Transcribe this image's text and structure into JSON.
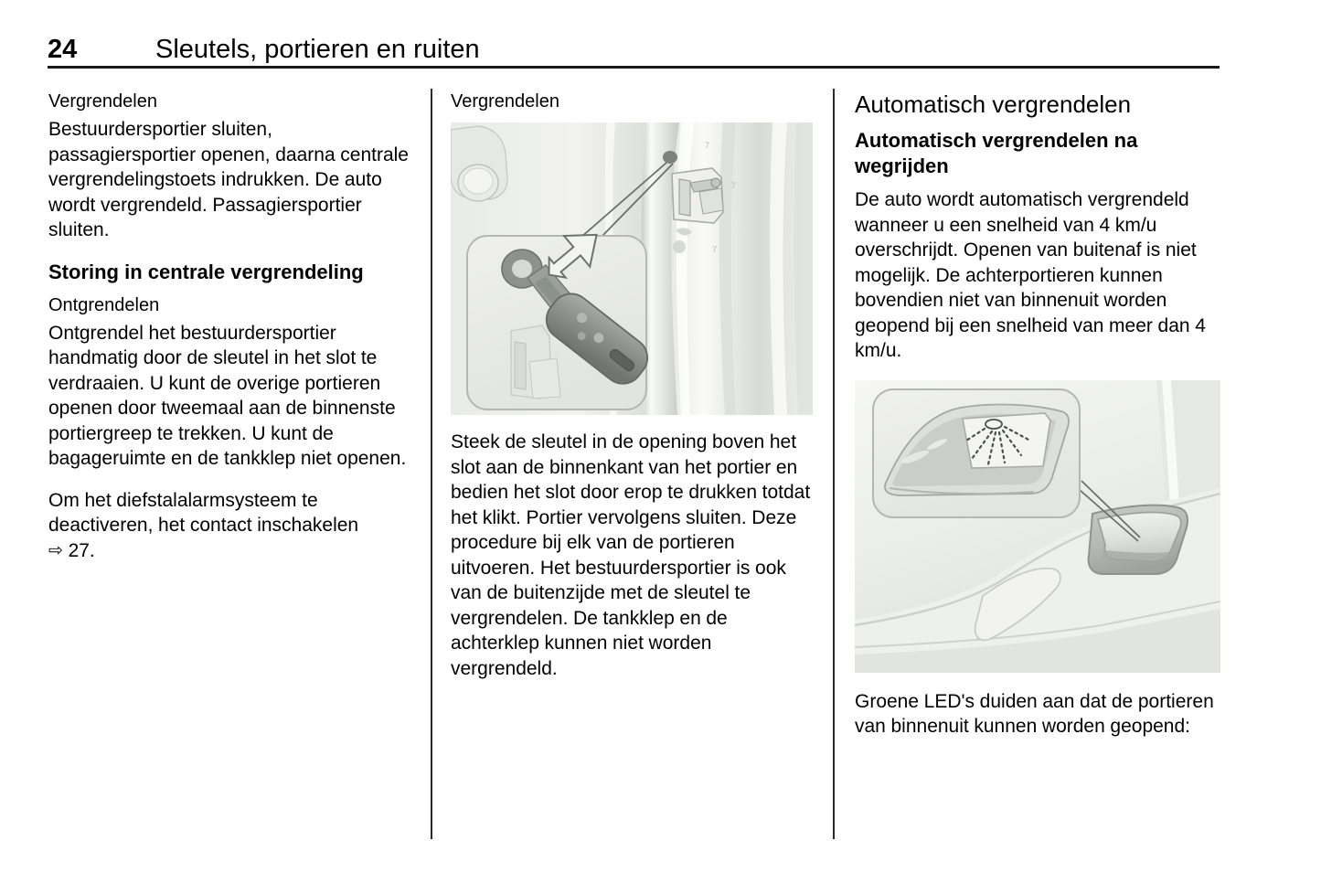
{
  "header": {
    "page_number": "24",
    "chapter_title": "Sleutels, portieren en ruiten"
  },
  "columns": {
    "col1": {
      "heading_1": "Vergrendelen",
      "para_1": "Bestuurdersportier sluiten, passagiersportier openen, daarna centrale vergrendelingstoets indrukken. De auto wordt vergrendeld. Passagiersportier sluiten.",
      "heading_2": "Storing in centrale vergrendeling",
      "heading_3": "Ontgrendelen",
      "para_2": "Ontgrendel het bestuurdersportier handmatig door de sleutel in het slot te verdraaien. U kunt de overige portieren openen door tweemaal aan de binnenste portiergreep te trekken. U kunt de bagageruimte en de tankklep niet openen.",
      "para_3": "Om het diefstalalarmsysteem te deactiveren, het contact inschakelen",
      "xref_symbol": "⇨",
      "xref_page": "27."
    },
    "col2": {
      "heading_1": "Vergrendelen",
      "figure_name": "door-lock-key-insert-illustration",
      "para_1": "Steek de sleutel in de opening boven het slot aan de binnenkant van het portier en bedien het slot door erop te drukken totdat het klikt. Portier vervolgens sluiten. Deze procedure bij elk van de portieren uitvoeren. Het bestuurdersportier is ook van de buitenzijde met de sleutel te vergrendelen. De tankklep en de achterklep kunnen niet worden vergrendeld."
    },
    "col3": {
      "heading_1": "Automatisch vergrendelen",
      "heading_2": "Automatisch vergrendelen na wegrijden",
      "para_1": "De auto wordt automatisch vergrendeld wanneer u een snelheid van 4 km/u overschrijdt. Openen van buitenaf is niet mogelijk. De achterportieren kunnen bovendien niet van binnenuit worden geopend bij een snelheid van meer dan 4 km/u.",
      "figure_name": "door-inner-handle-led-illustration",
      "para_2": "Groene LED's duiden aan dat de portieren van binnenuit kunnen worden geopend:"
    }
  },
  "colors": {
    "text": "#000000",
    "rule": "#1a1a1a",
    "figure_background": "#eceeeb"
  }
}
